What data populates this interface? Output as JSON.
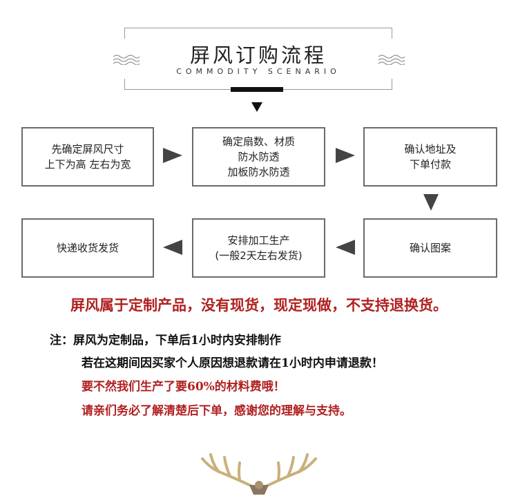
{
  "header": {
    "title": "屏风订购流程",
    "subtitle": "COMMODITY SCENARIO"
  },
  "steps": [
    {
      "line1": "先确定屏风尺寸",
      "line2": "上下为高 左右为宽",
      "line3": ""
    },
    {
      "line1": "确定扇数、材质",
      "line2": "防水防透",
      "line3": "加板防水防透"
    },
    {
      "line1": "确认地址及",
      "line2": "下单付款",
      "line3": ""
    },
    {
      "line1": "确认图案",
      "line2": "",
      "line3": ""
    },
    {
      "line1": "安排加工生产",
      "line2": "(一般2天左右发货)",
      "line3": ""
    },
    {
      "line1": "快递收货发货",
      "line2": "",
      "line3": ""
    }
  ],
  "warning": "屏风属于定制产品，没有现货，现定现做，不支持退换货。",
  "notes": {
    "line1": "注：屏风为定制品，下单后1小时内安排制作",
    "line2": "若在这期间因买家个人原因想退款请在1小时内申请退款！",
    "line3": "要不然我们生产了要60%的材料费哦！",
    "line4": "请亲们务必了解清楚后下单，感谢您的理解与支持。"
  },
  "colors": {
    "accent_red": "#b02020",
    "text_dark": "#222222",
    "border_gray": "#6a6a6a",
    "antler_gold": "#c9b07a"
  }
}
